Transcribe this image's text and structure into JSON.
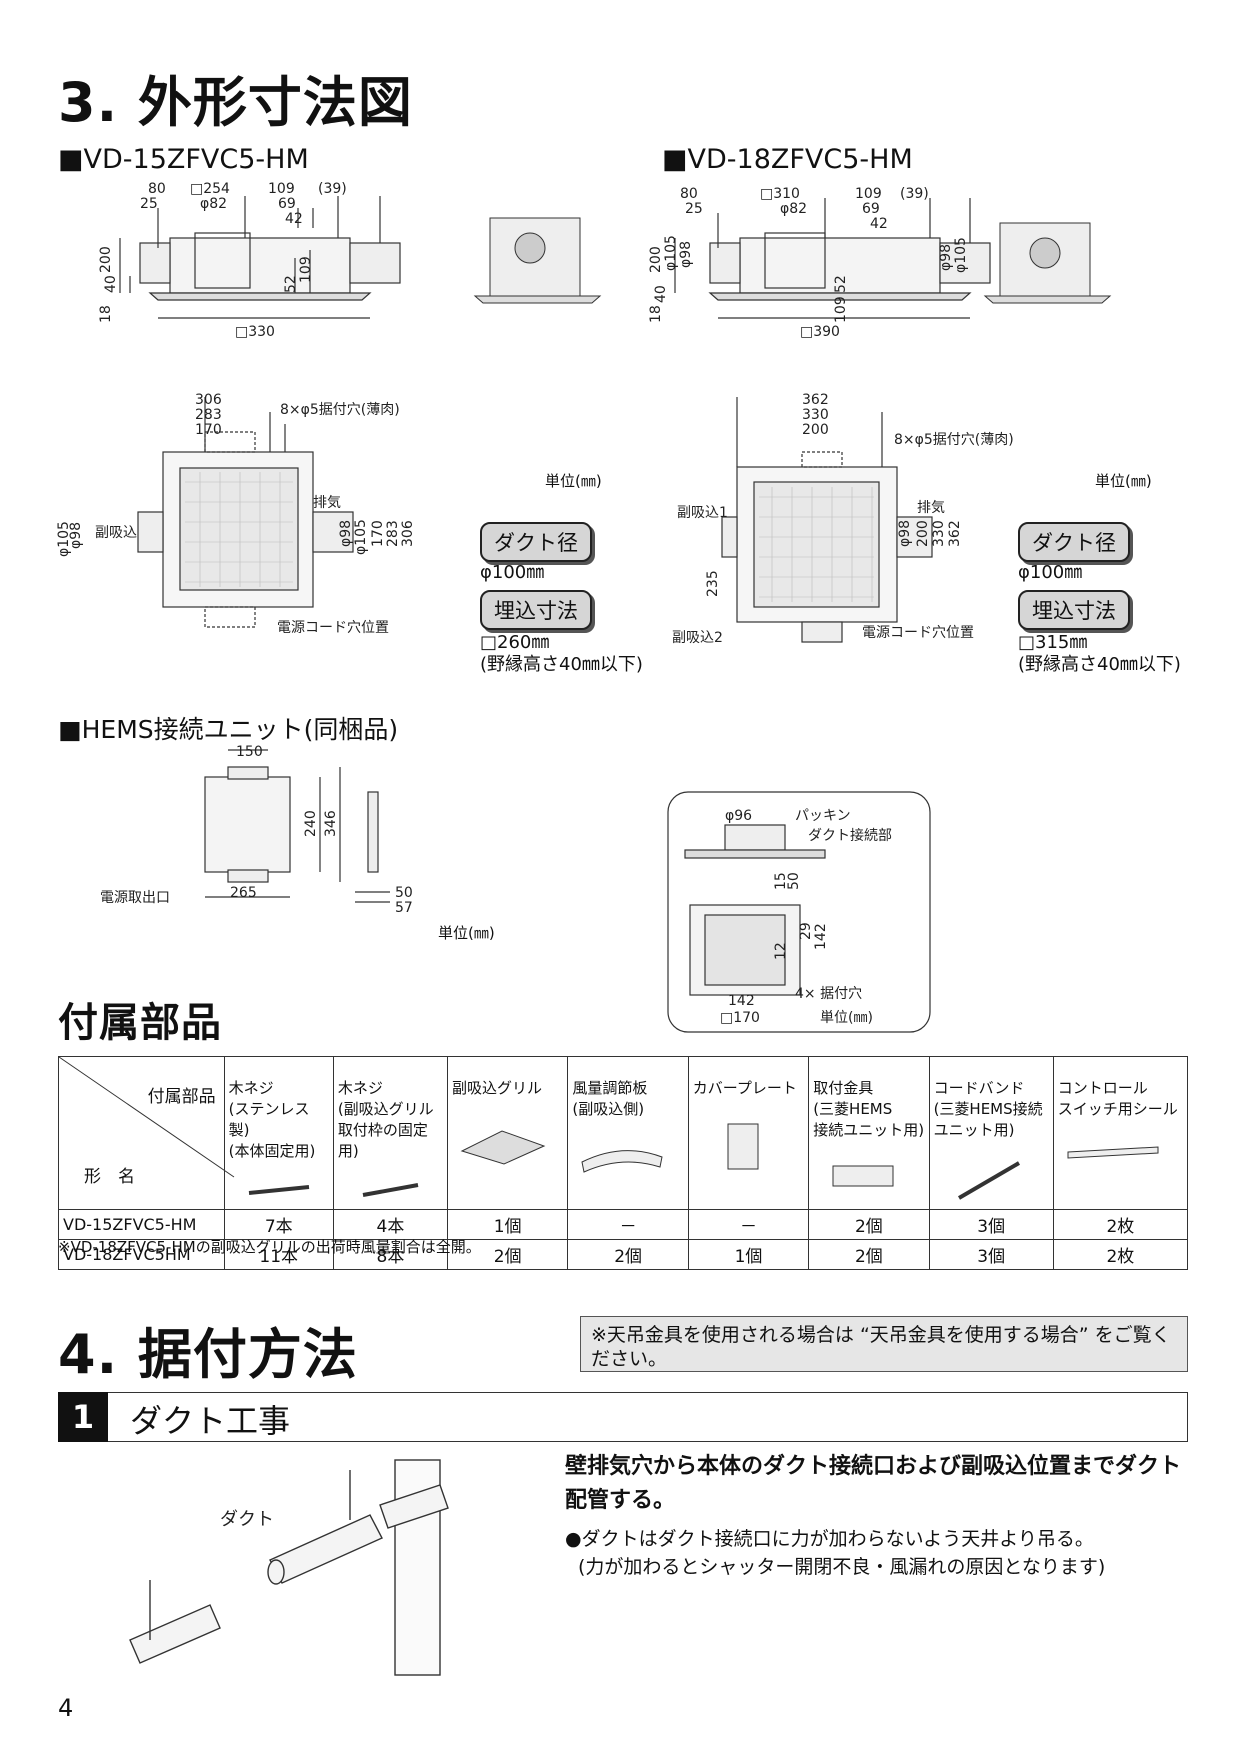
{
  "section3": {
    "title": "3. 外形寸法図",
    "model_a": "■VD-15ZFVC5-HM",
    "model_b": "■VD-18ZFVC5-HM",
    "model_a_top_dims": [
      "80",
      "□254",
      "109",
      "(39)",
      "25",
      "φ82",
      "69",
      "42",
      "200",
      "40",
      "52",
      "109",
      "18",
      "□330"
    ],
    "model_b_top_dims": [
      "80",
      "□310",
      "109",
      "(39)",
      "25",
      "φ82",
      "69",
      "42",
      "200",
      "φ105",
      "φ98",
      "40",
      "52",
      "φ98",
      "φ105",
      "109",
      "18",
      "□390"
    ],
    "model_a_plan": {
      "dims": [
        "306",
        "283",
        "170",
        "φ105",
        "φ98",
        "φ105",
        "170",
        "283",
        "306"
      ],
      "mount_holes": "8×φ5据付穴(薄肉)",
      "sub_intake": "副吸込",
      "exhaust": "排気",
      "cord": "電源コード穴位置",
      "unit": "単位(㎜)",
      "duct_label": "ダクト径",
      "duct_value": "φ100㎜",
      "embed_label": "埋込寸法",
      "embed_value": "□260㎜",
      "embed_note": "(野縁高さ40㎜以下)"
    },
    "model_b_plan": {
      "dims": [
        "362",
        "330",
        "200",
        "235",
        "φ98",
        "200",
        "330",
        "362"
      ],
      "mount_holes": "8×φ5据付穴(薄肉)",
      "sub_intake1": "副吸込1",
      "sub_intake2": "副吸込2",
      "exhaust": "排気",
      "cord": "電源コード穴位置",
      "unit": "単位(㎜)",
      "duct_label": "ダクト径",
      "duct_value": "φ100㎜",
      "embed_label": "埋込寸法",
      "embed_value": "□315㎜",
      "embed_note": "(野縁高さ40㎜以下)"
    },
    "hems_title": "■HEMS接続ユニット(同梱品)",
    "hems": {
      "dims": [
        "150",
        "240",
        "346",
        "265",
        "50",
        "57"
      ],
      "power_out": "電源取出口",
      "unit": "単位(㎜)"
    },
    "grille_detail": {
      "dims": [
        "φ96",
        "15",
        "50",
        "29",
        "142",
        "12",
        "142",
        "□170"
      ],
      "packing": "パッキン",
      "duct_conn": "ダクト接続部",
      "holes": "4× 据付穴",
      "unit": "単位(㎜)"
    }
  },
  "accessories": {
    "title": "付属部品",
    "corner_top": "付属部品",
    "corner_bottom": "形　名",
    "columns": [
      "木ネジ\n(ステンレス製)\n(本体固定用)",
      "木ネジ\n(副吸込グリル\n取付枠の固定用)",
      "副吸込グリル",
      "風量調節板\n(副吸込側)",
      "カバープレート",
      "取付金具\n(三菱HEMS\n接続ユニット用)",
      "コードバンド\n(三菱HEMS接続\nユニット用)",
      "コントロール\nスイッチ用シール"
    ],
    "rows": [
      {
        "model": "VD-15ZFVC5-HM",
        "values": [
          "7本",
          "4本",
          "1個",
          "－",
          "－",
          "2個",
          "3個",
          "2枚"
        ]
      },
      {
        "model": "VD-18ZFVC5HM",
        "values": [
          "11本",
          "8本",
          "2個",
          "2個",
          "1個",
          "2個",
          "3個",
          "2枚"
        ]
      }
    ],
    "footnote": "※VD-18ZFVC5-HMの副吸込グリルの出荷時風量割合は全開。"
  },
  "section4": {
    "title": "4. 据付方法",
    "note": "※天吊金具を使用される場合は “天吊金具を使用する場合” をご覧ください。",
    "step_num": "1",
    "step_title": "ダクト工事",
    "main_text": "壁排気穴から本体のダクト接続口および副吸込位置までダクト配管する。",
    "bullet": "●ダクトはダクト接続口に力が加わらないよう天井より吊る。",
    "bullet_note": "(力が加わるとシャッター開閉不良・風漏れの原因となります)",
    "duct_label": "ダクト"
  },
  "page_number": "4"
}
